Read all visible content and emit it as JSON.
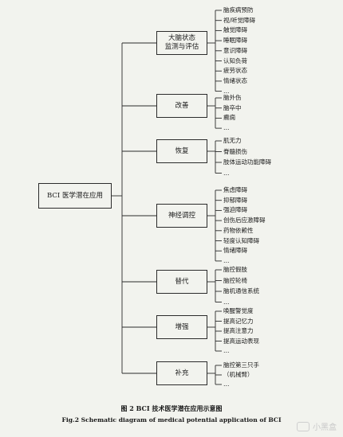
{
  "root": {
    "label": "BCI 医学潜在应用"
  },
  "categories": [
    {
      "label_lines": [
        "大脑状态",
        "监测与评估"
      ],
      "items": [
        "脑疾病预防",
        "视/听觉障碍",
        "触觉障碍",
        "睡眠障碍",
        "意识障碍",
        "认知负荷",
        "疲劳状态",
        "情绪状态",
        "…"
      ]
    },
    {
      "label_lines": [
        "改善"
      ],
      "items": [
        "脑外伤",
        "脑卒中",
        "癫痫",
        "…"
      ]
    },
    {
      "label_lines": [
        "恢复"
      ],
      "items": [
        "肌无力",
        "脊髓损伤",
        "肢体运动功能障碍",
        "…"
      ]
    },
    {
      "label_lines": [
        "神经调控"
      ],
      "items": [
        "焦虑障碍",
        "抑郁障碍",
        "强迫障碍",
        "创伤后应激障碍",
        "药物依赖性",
        "轻度认知障碍",
        "情绪障碍",
        "…"
      ]
    },
    {
      "label_lines": [
        "替代"
      ],
      "items": [
        "脑控假肢",
        "脑控轮椅",
        "脑机通信系统",
        "…"
      ]
    },
    {
      "label_lines": [
        "增强"
      ],
      "items": [
        "唤醒警觉度",
        "提高记忆力",
        "提高注意力",
        "提高运动表现",
        "…"
      ]
    },
    {
      "label_lines": [
        "补充"
      ],
      "items": [
        "脑控第三只手",
        "（机械臂）",
        "…"
      ]
    }
  ],
  "caption": {
    "zh": "图 2    BCI 技术医学潜在应用示意图",
    "en": "Fig.2   Schematic diagram of medical potential application of BCI"
  },
  "watermark": {
    "text": "小黑盒"
  }
}
